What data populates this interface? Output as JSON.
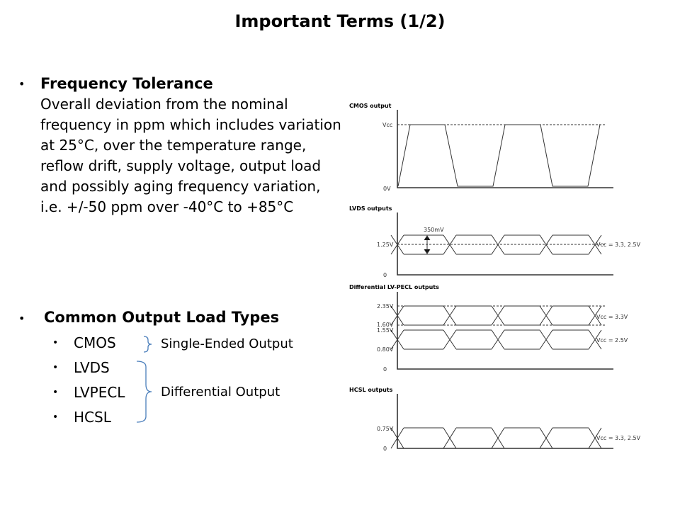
{
  "title": "Important Terms (1/2)",
  "bullet1": {
    "heading": "Frequency  Tolerance",
    "body": "Overall deviation from the nominal frequency in ppm which includes variation at 25°C, over the temperature range, reflow drift, supply voltage, output load and possibly aging frequency variation, i.e. +/-50 ppm over -40°C to +85°C"
  },
  "bullet2": {
    "heading": "Common Output Load Types",
    "items": [
      "CMOS",
      "LVDS",
      "LVPECL",
      "HCSL"
    ],
    "groups": {
      "single": "Single-Ended Output",
      "differential": "Differential Output"
    }
  },
  "diagram": {
    "cmos": {
      "title": "CMOS output",
      "vcc": "Vcc",
      "zero": "0V"
    },
    "lvds": {
      "title": "LVDS outputs",
      "level": "1.25V",
      "zero": "0",
      "swing": "350mV",
      "vcc": "Vcc = 3.3, 2.5V"
    },
    "lvpecl": {
      "title": "Differential LV-PECL outputs",
      "l1": "2.35V",
      "l2": "1.60V",
      "l3": "1.55V",
      "l4": "0.80V",
      "zero": "0",
      "vcc1": "Vcc = 3.3V",
      "vcc2": "Vcc = 2.5V"
    },
    "hcsl": {
      "title": "HCSL outputs",
      "level": "0.75V",
      "zero": "0",
      "vcc": "Vcc = 3.3, 2.5V"
    }
  }
}
